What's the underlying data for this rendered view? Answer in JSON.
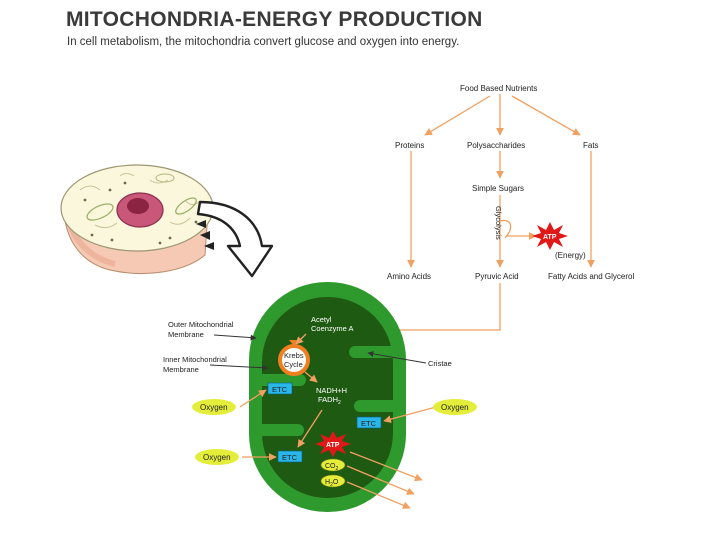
{
  "header": {
    "title": "MITOCHONDRIA-ENERGY PRODUCTION",
    "subtitle": "In cell metabolism, the mitochondria convert glucose and oxygen into energy."
  },
  "flowchart": {
    "food_nutrients": "Food Based Nutrients",
    "proteins": "Proteins",
    "polysaccharides": "Polysaccharides",
    "fats": "Fats",
    "simple_sugars": "Simple Sugars",
    "glycolysis": "Glycolysis",
    "atp": "ATP",
    "energy": "(Energy)",
    "amino_acids": "Amino Acids",
    "pyruvic_acid": "Pyruvic Acid",
    "fatty_acids": "Fatty Acids and Glycerol"
  },
  "mitochondrion": {
    "outer_membrane_1": "Outer Mitochondrial",
    "outer_membrane_2": "Membrane",
    "inner_membrane_1": "Inner Mitochondrial",
    "inner_membrane_2": "Membrane",
    "cristae": "Cristae",
    "acetyl_1": "Acetyl",
    "acetyl_2": "Coenzyme A",
    "krebs_1": "Krebs",
    "krebs_2": "Cycle",
    "nadh": "NADH+H",
    "fadh": "FADH",
    "fadh_sub": "2",
    "etc": "ETC",
    "oxygen": "Oxygen",
    "atp": "ATP",
    "co2": "CO",
    "co2_sub": "2",
    "h2o_h": "H",
    "h2o_sub": "2",
    "h2o_o": "O"
  },
  "colors": {
    "outer_green": "#2e9a2e",
    "inner_green": "#1f5a12",
    "arrow_orange": "#f0a060",
    "etc_cyan": "#29b6e8",
    "oxygen_yellow": "#e4ee3a",
    "atp_red": "#e01818"
  }
}
